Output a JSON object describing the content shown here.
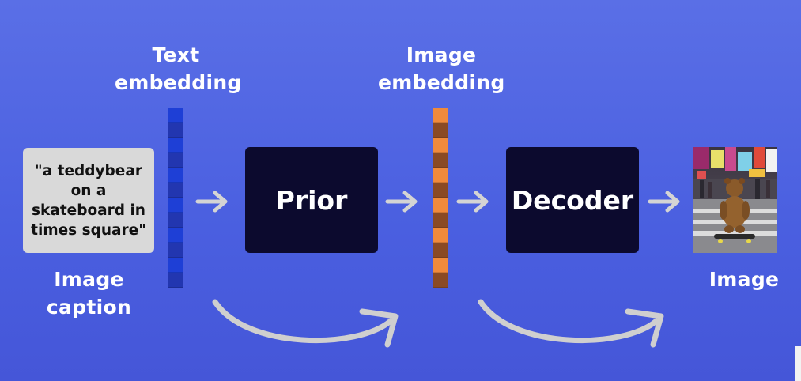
{
  "text_embedding": {
    "label_line1": "Text",
    "label_line2": "embedding"
  },
  "image_embedding": {
    "label_line1": "Image",
    "label_line2": "embedding"
  },
  "caption": {
    "text": "\"a teddybear\non a\nskateboard in\ntimes square\"",
    "label_line1": "Image",
    "label_line2": "caption"
  },
  "prior": {
    "label": "Prior"
  },
  "decoder": {
    "label": "Decoder"
  },
  "output": {
    "label": "Image"
  },
  "colors": {
    "background": "#4f63e2",
    "text_vector": [
      "#1e3fd6",
      "#2236b0"
    ],
    "image_vector": [
      "#f08a3c",
      "#8a4a24"
    ],
    "block": "#0c0a2e",
    "arrow": "#d4d4d4"
  }
}
